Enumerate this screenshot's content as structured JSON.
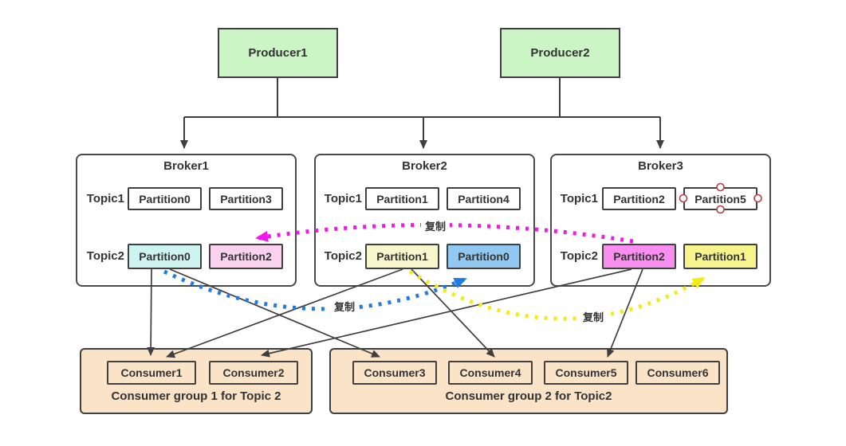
{
  "producers": [
    {
      "label": "Producer1"
    },
    {
      "label": "Producer2"
    }
  ],
  "brokers": [
    {
      "title": "Broker1",
      "rows": [
        {
          "topic": "Topic1",
          "partitions": [
            {
              "label": "Partition0",
              "fill": "#ffffff"
            },
            {
              "label": "Partition3",
              "fill": "#ffffff"
            }
          ]
        },
        {
          "topic": "Topic2",
          "partitions": [
            {
              "label": "Partition0",
              "fill": "#cdf4f1"
            },
            {
              "label": "Partition2",
              "fill": "#fad2f0"
            }
          ]
        }
      ]
    },
    {
      "title": "Broker2",
      "rows": [
        {
          "topic": "Topic1",
          "partitions": [
            {
              "label": "Partition1",
              "fill": "#ffffff"
            },
            {
              "label": "Partition4",
              "fill": "#ffffff"
            }
          ]
        },
        {
          "topic": "Topic2",
          "partitions": [
            {
              "label": "Partition1",
              "fill": "#f8f6cd"
            },
            {
              "label": "Partition0",
              "fill": "#90c8f2"
            }
          ]
        }
      ]
    },
    {
      "title": "Broker3",
      "rows": [
        {
          "topic": "Topic1",
          "partitions": [
            {
              "label": "Partition2",
              "fill": "#ffffff"
            },
            {
              "label": "Partition5",
              "fill": "#ffffff",
              "selected": true
            }
          ]
        },
        {
          "topic": "Topic2",
          "partitions": [
            {
              "label": "Partition2",
              "fill": "#f98df0"
            },
            {
              "label": "Partition1",
              "fill": "#f7f48b"
            }
          ]
        }
      ]
    }
  ],
  "replication": [
    {
      "label": "复制",
      "color": "#f318e8",
      "from": "Broker3 Topic2 Partition2",
      "to": "Broker1 Topic2 Partition2"
    },
    {
      "label": "复制",
      "color": "#1f7ce5",
      "from": "Broker1 Topic2 Partition0",
      "to": "Broker2 Topic2 Partition0"
    },
    {
      "label": "复制",
      "color": "#f2ec13",
      "from": "Broker2 Topic2 Partition1",
      "to": "Broker3 Topic2 Partition1"
    }
  ],
  "consumer_groups": [
    {
      "label": "Consumer group 1 for Topic 2",
      "consumers": [
        {
          "label": "Consumer1"
        },
        {
          "label": "Consumer2"
        }
      ]
    },
    {
      "label": "Consumer group 2 for Topic2",
      "consumers": [
        {
          "label": "Consumer3"
        },
        {
          "label": "Consumer4"
        },
        {
          "label": "Consumer5"
        },
        {
          "label": "Consumer6"
        }
      ]
    }
  ],
  "connections": {
    "producer_to_broker": [
      "Producer1→Broker1",
      "Producer1→Broker2",
      "Producer2→Broker2",
      "Producer2→Broker3"
    ],
    "partition_to_consumer": [
      "Broker1 Topic2 Partition0→Consumer1",
      "Broker1 Topic2 Partition0→Consumer3",
      "Broker2 Topic2 Partition1→Consumer1",
      "Broker2 Topic2 Partition1→Consumer4",
      "Broker3 Topic2 Partition2→Consumer2",
      "Broker3 Topic2 Partition2→Consumer5"
    ]
  },
  "selection_handle_color": "#b04040",
  "line_color": "#3f3f3f"
}
